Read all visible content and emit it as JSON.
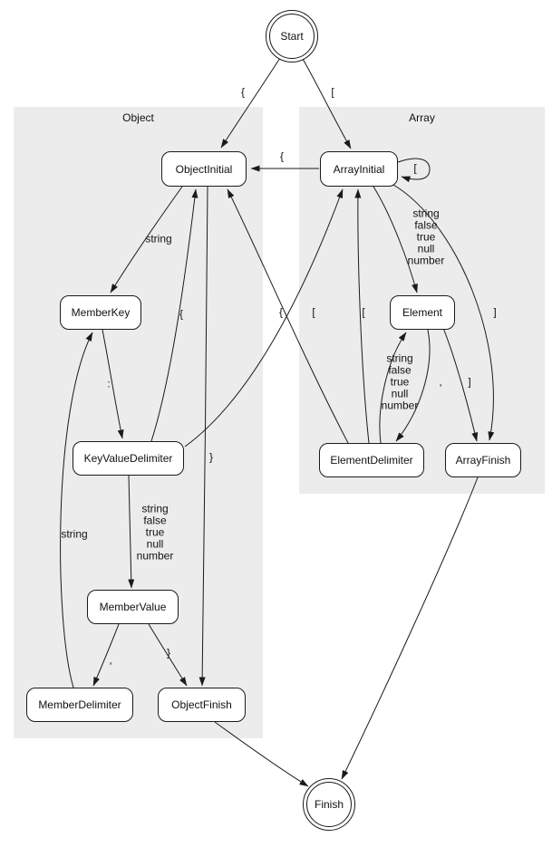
{
  "diagram": {
    "clusters": [
      {
        "id": "object",
        "label": "Object"
      },
      {
        "id": "array",
        "label": "Array"
      }
    ],
    "nodes": [
      {
        "id": "start",
        "label": "Start",
        "shape": "doublecircle"
      },
      {
        "id": "object_initial",
        "label": "ObjectInitial",
        "shape": "box"
      },
      {
        "id": "array_initial",
        "label": "ArrayInitial",
        "shape": "box"
      },
      {
        "id": "member_key",
        "label": "MemberKey",
        "shape": "box"
      },
      {
        "id": "element",
        "label": "Element",
        "shape": "box"
      },
      {
        "id": "key_value_delimiter",
        "label": "KeyValueDelimiter",
        "shape": "box"
      },
      {
        "id": "element_delimiter",
        "label": "ElementDelimiter",
        "shape": "box"
      },
      {
        "id": "array_finish",
        "label": "ArrayFinish",
        "shape": "box"
      },
      {
        "id": "member_value",
        "label": "MemberValue",
        "shape": "box"
      },
      {
        "id": "member_delimiter",
        "label": "MemberDelimiter",
        "shape": "box"
      },
      {
        "id": "object_finish",
        "label": "ObjectFinish",
        "shape": "box"
      },
      {
        "id": "finish",
        "label": "Finish",
        "shape": "doublecircle"
      }
    ],
    "edges": [
      {
        "from": "start",
        "to": "object_initial",
        "label": "{"
      },
      {
        "from": "start",
        "to": "array_initial",
        "label": "["
      },
      {
        "from": "array_initial",
        "to": "object_initial",
        "label": "{"
      },
      {
        "from": "array_initial",
        "to": "array_initial",
        "label": "["
      },
      {
        "from": "object_initial",
        "to": "member_key",
        "label": "string"
      },
      {
        "from": "array_initial",
        "to": "element",
        "label": "string\nfalse\ntrue\nnull\nnumber"
      },
      {
        "from": "key_value_delimiter",
        "to": "object_initial",
        "label": "{"
      },
      {
        "from": "element_delimiter",
        "to": "object_initial",
        "label": "{"
      },
      {
        "from": "key_value_delimiter",
        "to": "array_initial",
        "label": "["
      },
      {
        "from": "element_delimiter",
        "to": "array_initial",
        "label": "["
      },
      {
        "from": "array_initial",
        "to": "array_finish",
        "label": "]"
      },
      {
        "from": "member_key",
        "to": "key_value_delimiter",
        "label": ":"
      },
      {
        "from": "element_delimiter",
        "to": "element",
        "label": "string\nfalse\ntrue\nnull\nnumber"
      },
      {
        "from": "element",
        "to": "element_delimiter",
        "label": ","
      },
      {
        "from": "element",
        "to": "array_finish",
        "label": "]"
      },
      {
        "from": "object_initial",
        "to": "object_finish",
        "label": "}"
      },
      {
        "from": "key_value_delimiter",
        "to": "member_value",
        "label": "string\nfalse\ntrue\nnull\nnumber"
      },
      {
        "from": "member_delimiter",
        "to": "member_key",
        "label": "string"
      },
      {
        "from": "member_value",
        "to": "member_delimiter",
        "label": ","
      },
      {
        "from": "member_value",
        "to": "object_finish",
        "label": "}"
      },
      {
        "from": "object_finish",
        "to": "finish",
        "label": ""
      },
      {
        "from": "array_finish",
        "to": "finish",
        "label": ""
      }
    ],
    "colors": {
      "cluster_bg": "#ececec",
      "node_border": "#1a1a1a",
      "edge": "#1a1a1a",
      "text": "#111111"
    }
  }
}
